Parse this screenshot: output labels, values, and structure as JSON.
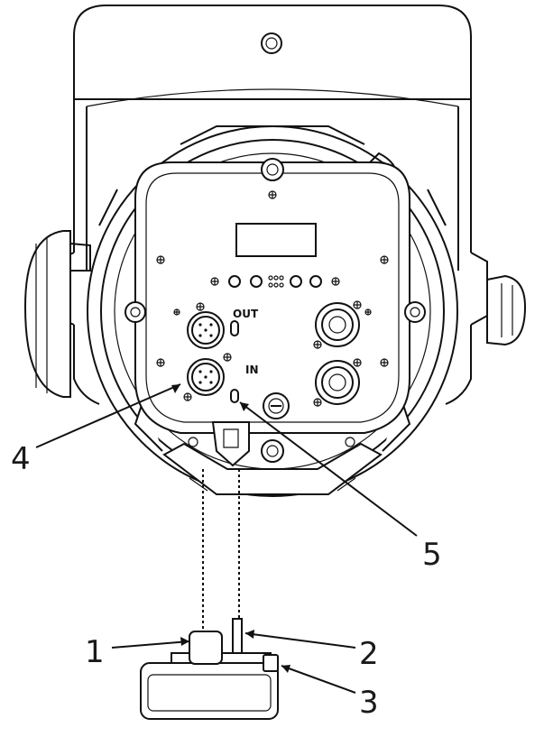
{
  "panel": {
    "out_label": "OUT",
    "in_label": "IN"
  },
  "callouts": [
    {
      "id": "1",
      "label": "1"
    },
    {
      "id": "2",
      "label": "2"
    },
    {
      "id": "3",
      "label": "3"
    },
    {
      "id": "4",
      "label": "4"
    },
    {
      "id": "5",
      "label": "5"
    }
  ]
}
